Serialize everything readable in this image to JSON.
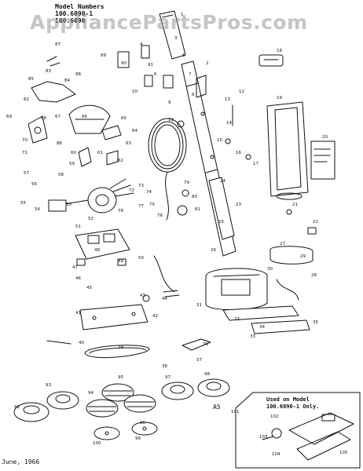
{
  "model_heading": "Model Numbers",
  "model_numbers": [
    "100.6090-1",
    "100.6090"
  ],
  "watermark": "AppliancePartsPros.com",
  "date_label": "June, 1966",
  "inset_note": [
    "Used on Model",
    "100.6090-1 Only."
  ],
  "group_label": "A5",
  "colors": {
    "ink": "#111111",
    "paper": "#ffffff",
    "watermark": "#969696"
  },
  "callouts": [
    {
      "n": "1"
    },
    {
      "n": "2"
    },
    {
      "n": "3"
    },
    {
      "n": "4"
    },
    {
      "n": "5"
    },
    {
      "n": "6"
    },
    {
      "n": "7"
    },
    {
      "n": "8"
    },
    {
      "n": "9"
    },
    {
      "n": "10"
    },
    {
      "n": "11"
    },
    {
      "n": "12"
    },
    {
      "n": "13"
    },
    {
      "n": "14"
    },
    {
      "n": "15"
    },
    {
      "n": "16"
    },
    {
      "n": "17"
    },
    {
      "n": "18"
    },
    {
      "n": "19"
    },
    {
      "n": "20"
    },
    {
      "n": "21"
    },
    {
      "n": "22"
    },
    {
      "n": "23"
    },
    {
      "n": "24"
    },
    {
      "n": "25"
    },
    {
      "n": "26"
    },
    {
      "n": "27"
    },
    {
      "n": "28"
    },
    {
      "n": "29"
    },
    {
      "n": "30"
    },
    {
      "n": "31"
    },
    {
      "n": "32"
    },
    {
      "n": "33"
    },
    {
      "n": "34"
    },
    {
      "n": "35"
    },
    {
      "n": "36"
    },
    {
      "n": "37"
    },
    {
      "n": "38"
    },
    {
      "n": "39"
    },
    {
      "n": "40"
    },
    {
      "n": "41"
    },
    {
      "n": "42"
    },
    {
      "n": "43"
    },
    {
      "n": "44"
    },
    {
      "n": "45"
    },
    {
      "n": "46"
    },
    {
      "n": "47"
    },
    {
      "n": "48"
    },
    {
      "n": "49"
    },
    {
      "n": "50"
    },
    {
      "n": "51"
    },
    {
      "n": "52"
    },
    {
      "n": "53"
    },
    {
      "n": "54"
    },
    {
      "n": "55"
    },
    {
      "n": "56"
    },
    {
      "n": "57"
    },
    {
      "n": "58"
    },
    {
      "n": "59"
    },
    {
      "n": "60"
    },
    {
      "n": "61"
    },
    {
      "n": "62"
    },
    {
      "n": "63"
    },
    {
      "n": "64"
    },
    {
      "n": "65"
    },
    {
      "n": "66"
    },
    {
      "n": "67"
    },
    {
      "n": "68"
    },
    {
      "n": "69"
    },
    {
      "n": "70"
    },
    {
      "n": "71"
    },
    {
      "n": "72"
    },
    {
      "n": "73"
    },
    {
      "n": "74"
    },
    {
      "n": "75"
    },
    {
      "n": "76"
    },
    {
      "n": "77"
    },
    {
      "n": "78"
    },
    {
      "n": "79"
    },
    {
      "n": "80"
    },
    {
      "n": "81"
    },
    {
      "n": "82"
    },
    {
      "n": "83"
    },
    {
      "n": "84"
    },
    {
      "n": "85"
    },
    {
      "n": "86"
    },
    {
      "n": "87"
    },
    {
      "n": "88"
    },
    {
      "n": "89"
    },
    {
      "n": "90"
    },
    {
      "n": "91"
    },
    {
      "n": "92"
    },
    {
      "n": "93"
    },
    {
      "n": "94"
    },
    {
      "n": "95"
    },
    {
      "n": "96"
    },
    {
      "n": "97"
    },
    {
      "n": "98"
    },
    {
      "n": "99"
    },
    {
      "n": "100"
    },
    {
      "n": "101"
    },
    {
      "n": "102"
    },
    {
      "n": "103"
    },
    {
      "n": "104"
    },
    {
      "n": "105"
    }
  ]
}
